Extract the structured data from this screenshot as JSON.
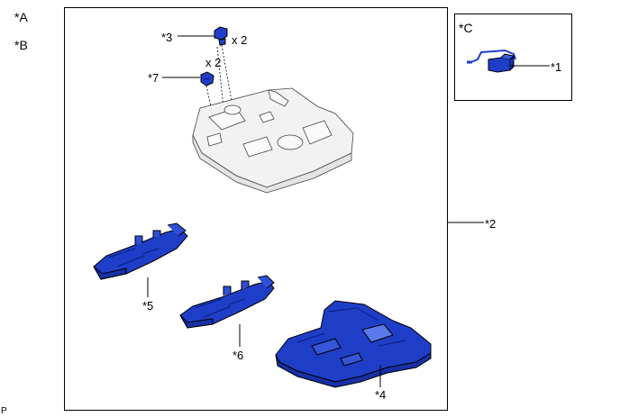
{
  "legend": {
    "a": "*A",
    "b": "*B"
  },
  "inset": {
    "label": "*C"
  },
  "callouts": {
    "c1": "*1",
    "c2": "*2",
    "c3": "*3",
    "c4": "*4",
    "c5": "*5",
    "c6": "*6",
    "c7": "*7"
  },
  "quantities": {
    "q3": "x 2",
    "q7": "x 2"
  },
  "corner_code": "P",
  "colors": {
    "part_fill": "#1f3ec8",
    "part_stroke": "#000000",
    "housing_fill": "#f2f2f2"
  }
}
